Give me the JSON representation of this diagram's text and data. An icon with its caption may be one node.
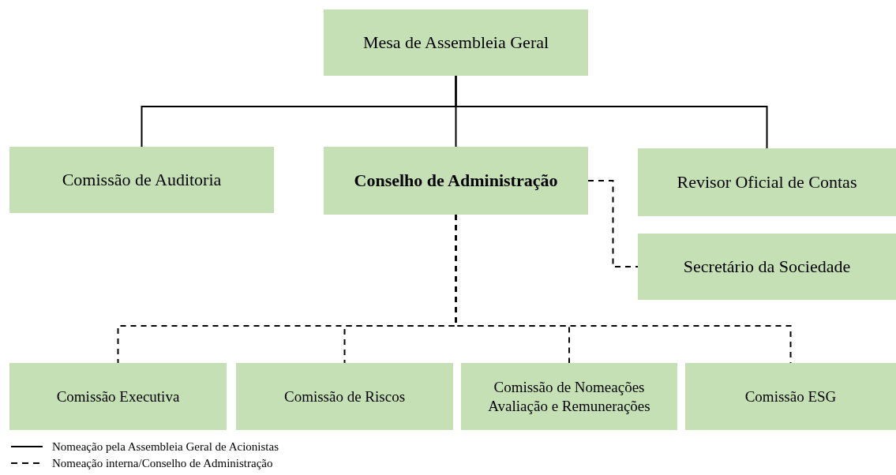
{
  "diagram": {
    "nodes": [
      {
        "text": [
          "Mesa de Assembleia Geral"
        ]
      },
      {
        "text": [
          "Comissão de Auditoria"
        ]
      },
      {
        "text": [
          "Conselho de Administração"
        ]
      },
      {
        "text": [
          "Revisor Oficial de Contas"
        ]
      },
      {
        "text": [
          "Secretário da Sociedade"
        ]
      },
      {
        "text": [
          "Comissão Executiva"
        ]
      },
      {
        "text": [
          "Comissão de Riscos"
        ]
      },
      {
        "text": [
          "Comissão de Nomeações Avaliação e Remunerações"
        ]
      },
      {
        "text": [
          "Comissão ESG"
        ]
      }
    ],
    "edges": [
      {
        "from": 0,
        "to": 1,
        "arrow": "none"
      },
      {
        "from": 0,
        "to": 2,
        "arrow": "none"
      },
      {
        "from": 0,
        "to": 3,
        "arrow": "none"
      },
      {
        "from": 2,
        "to": 4,
        "arrow": "none",
        "style": "dashed"
      },
      {
        "from": 2,
        "to": 5,
        "arrow": "none",
        "style": "dashed"
      },
      {
        "from": 2,
        "to": 6,
        "arrow": "none",
        "style": "dashed"
      },
      {
        "from": 2,
        "to": 7,
        "arrow": "none",
        "style": "dashed"
      },
      {
        "from": 2,
        "to": 8,
        "arrow": "none",
        "style": "dashed"
      }
    ],
    "legend": [
      {
        "text": "Nomeação pela Assembleia Geral de Acionistas"
      },
      {
        "text": "Nomeação interna/Conselho de Administração"
      }
    ]
  }
}
